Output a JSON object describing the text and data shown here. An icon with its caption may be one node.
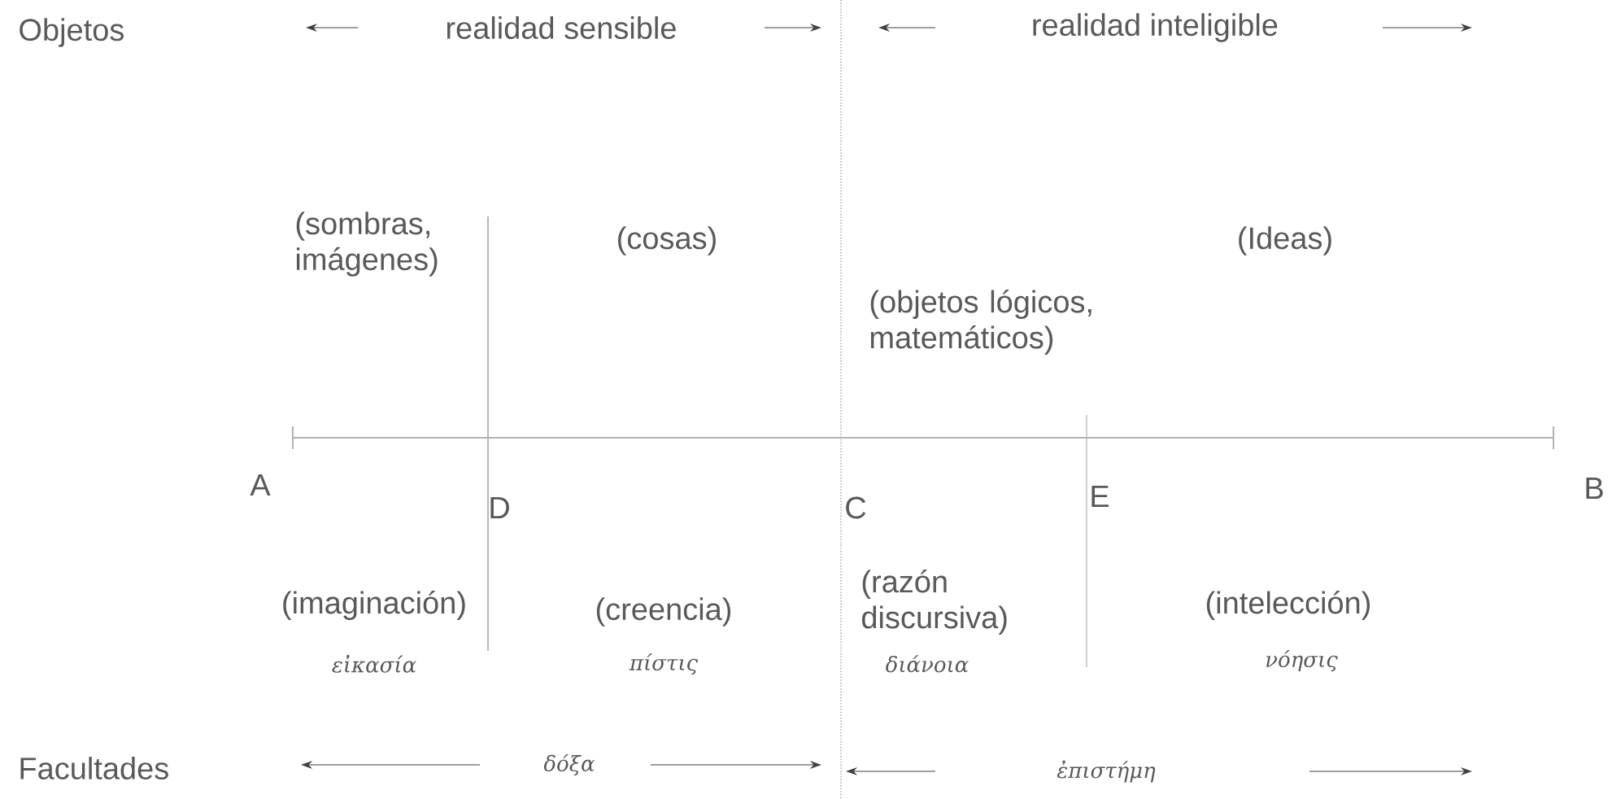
{
  "diagram": {
    "labels": [
      "Objetos",
      "realidad sensible",
      "realidad inteligible",
      "(sombras, imágenes)",
      "(cosas)",
      "(objetos lógicos, matemáticos)",
      "(Ideas)",
      "A",
      "D",
      "C",
      "E",
      "B",
      "(imaginación)",
      "(creencia)",
      "(razón discursiva)",
      "(intelección)",
      "εἰκασία",
      "πίστις",
      "διάνοια",
      "νόησις",
      "Facultades",
      "δόξα",
      "ἐπιστήμη"
    ]
  }
}
